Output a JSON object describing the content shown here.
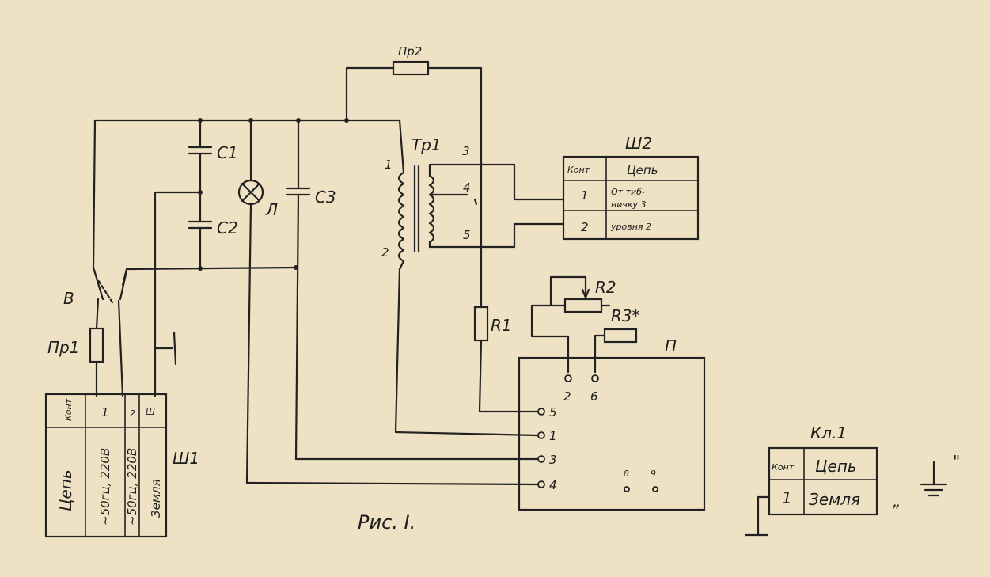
{
  "figure": {
    "caption": "Рис. I."
  },
  "components": {
    "fuse2": "Пр2",
    "fuse1": "Пр1",
    "switch": "В",
    "transformer": "Тр1",
    "cap1": "С1",
    "cap2": "С2",
    "cap3": "С3",
    "lamp": "Л",
    "res1": "R1",
    "res2": "R2",
    "res3": "R3*",
    "device": "П"
  },
  "transformer_pins": {
    "p1": "1",
    "p2": "2",
    "p3": "3",
    "p4": "4",
    "p5": "5"
  },
  "device_pins": {
    "top_left": "2",
    "top_right": "6",
    "row1": "5",
    "row2": "1",
    "row3": "3",
    "row4": "4",
    "inner_left": "8",
    "inner_right": "9"
  },
  "connector_sh1": {
    "label": "Ш1",
    "header_contact": "Конт",
    "header_circuit": "Цепь",
    "rows": [
      {
        "contact": "1",
        "circuit": "~50гц, 220В"
      },
      {
        "contact": "2",
        "circuit": "~50гц, 220В"
      },
      {
        "contact": "Ш",
        "circuit": "Земля"
      }
    ]
  },
  "connector_sh2": {
    "label": "Ш2",
    "header_contact": "Конт",
    "header_circuit": "Цепь",
    "rows": [
      {
        "contact": "1",
        "circuit": "От тиб-"
      },
      {
        "contact": "",
        "circuit": "ничку 3"
      },
      {
        "contact": "2",
        "circuit": "уровня 2"
      }
    ]
  },
  "terminal_kl1": {
    "label": "Кл.1",
    "header_contact": "Конт",
    "header_circuit": "Цепь",
    "rows": [
      {
        "contact": "1",
        "circuit": "Земля"
      }
    ],
    "quote_open": "„",
    "quote_close": "\""
  }
}
